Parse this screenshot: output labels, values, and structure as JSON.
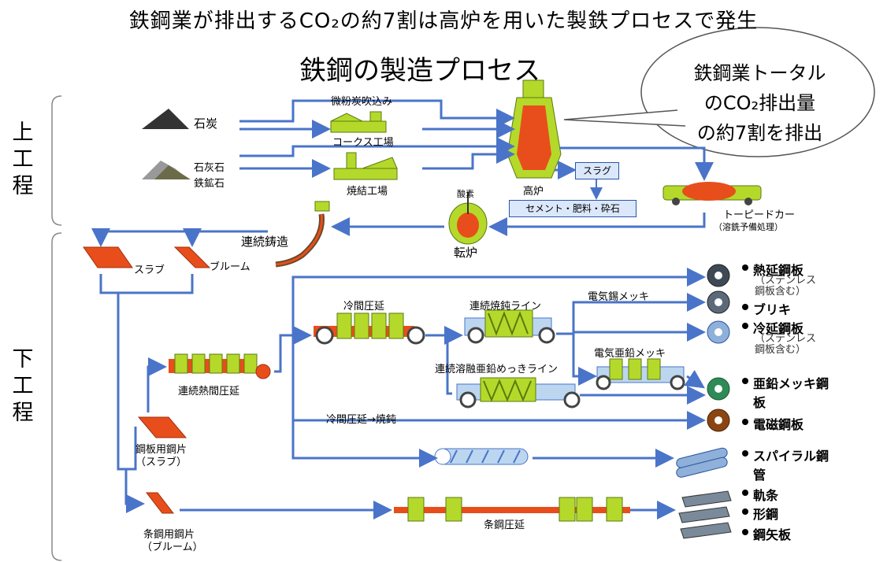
{
  "headline": "鉄鋼業が排出するCO₂の約7割は高炉を用いた製鉄プロセスで発生",
  "title": "鉄鋼の製造プロセス",
  "callout": {
    "line1": "鉄鋼業トータル",
    "line2": "のCO₂排出量",
    "line3": "の約7割を排出"
  },
  "stages": {
    "upper": "上工程",
    "lower": "下工程"
  },
  "upper": {
    "coal": "石炭",
    "limestone": "石灰石",
    "iron_ore": "鉄鉱石",
    "pulverized_coal": "微粉炭吹込み",
    "coke_plant": "コークス工場",
    "sinter_plant": "焼結工場",
    "blast_furnace": "高炉",
    "slag": "スラグ",
    "slag_uses": "セメント・肥料・砕石",
    "torpedo_car": "トーピードカー",
    "torpedo_note": "（溶銑予備処理）",
    "oxygen": "酸素",
    "converter": "転炉",
    "continuous_casting": "連続鋳造"
  },
  "lower": {
    "slab": "スラブ",
    "bloom": "ブルーム",
    "plate_billet": "鋼板用鋼片",
    "plate_billet_sub": "（スラブ）",
    "bar_billet": "条鋼用鋼片",
    "bar_billet_sub": "（ブルーム）",
    "hot_rolling": "連続熱間圧延",
    "cold_rolling": "冷間圧延",
    "continuous_annealing": "連続焼鈍ライン",
    "electrotinning": "電気錫メッキ",
    "electrogalvanizing": "電気亜鉛メッキ",
    "hot_dip_galvanizing": "連続溶融亜鉛めっきライン",
    "cold_rolling_annealing": "冷間圧延→焼鈍",
    "bar_rolling": "条鋼圧延"
  },
  "products": {
    "hot_rolled": "熱延鋼板",
    "hot_rolled_note": "（ステンレス鋼板含む）",
    "tinplate": "ブリキ",
    "cold_rolled": "冷延鋼板",
    "cold_rolled_note": "（ステンレス鋼板含む）",
    "galvanized": "亜鉛メッキ鋼板",
    "electrical": "電磁鋼板",
    "spiral_pipe": "スパイラル鋼管",
    "rail": "軌条",
    "shapes": "形鋼",
    "sheet_pile": "鋼矢板"
  },
  "colors": {
    "arrow": "#4a74c9",
    "steel": "#e84e1b",
    "machine": "#b5d92a",
    "coil_dark": "#3d4a55",
    "coil_light": "#8fb0d8",
    "coil_green": "#2e8b57",
    "coil_brown": "#8b4513"
  }
}
